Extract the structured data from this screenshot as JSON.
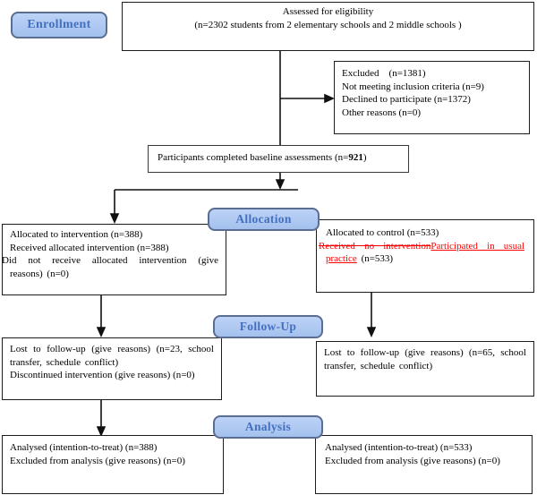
{
  "stage_labels": {
    "enrollment": "Enrollment",
    "allocation": "Allocation",
    "follow_up": "Follow-Up",
    "analysis": "Analysis"
  },
  "assessed": {
    "title": "Assessed for eligibility",
    "detail": "(n=2302  students from 2 elementary schools and 2 middle schools )"
  },
  "excluded": {
    "header": "Excluded    (n=1381)",
    "items": [
      "Not meeting inclusion criteria (n=9)",
      "Declined to participate (n=1372)",
      "Other reasons (n=0)"
    ]
  },
  "baseline": {
    "prefix": "Participants completed baseline assessments (n=",
    "n_bold": "921",
    "suffix": ")"
  },
  "allocation_left": {
    "line1": "Allocated to intervention (n=388)",
    "line2": "Received allocated intervention (n=388)",
    "line3": "Did not receive allocated intervention (give reasons) (n=0)"
  },
  "allocation_right": {
    "line1": "Allocated to control (n=533)",
    "struck": "Received no intervention",
    "replacement": "Participated in usual practice",
    "tail": " (n=533)"
  },
  "followup_left": {
    "line1": "Lost to follow-up (give reasons) (n=23, school transfer, schedule conflict)",
    "line2": "Discontinued intervention (give reasons) (n=0)"
  },
  "followup_right": {
    "line1": "Lost to follow-up (give reasons) (n=65, school transfer, schedule conflict)"
  },
  "analysis_left": {
    "line1": "Analysed (intention-to-treat) (n=388)",
    "line2": "Excluded from analysis (give reasons) (n=0)"
  },
  "analysis_right": {
    "line1": "Analysed (intention-to-treat) (n=533)",
    "line2": "Excluded from analysis (give reasons) (n=0)"
  },
  "colors": {
    "label_fill": "#abc5f0",
    "label_border": "#5b6d90",
    "label_text": "#4470c0",
    "edit_red": "#ff0000",
    "line_color": "#111111"
  }
}
